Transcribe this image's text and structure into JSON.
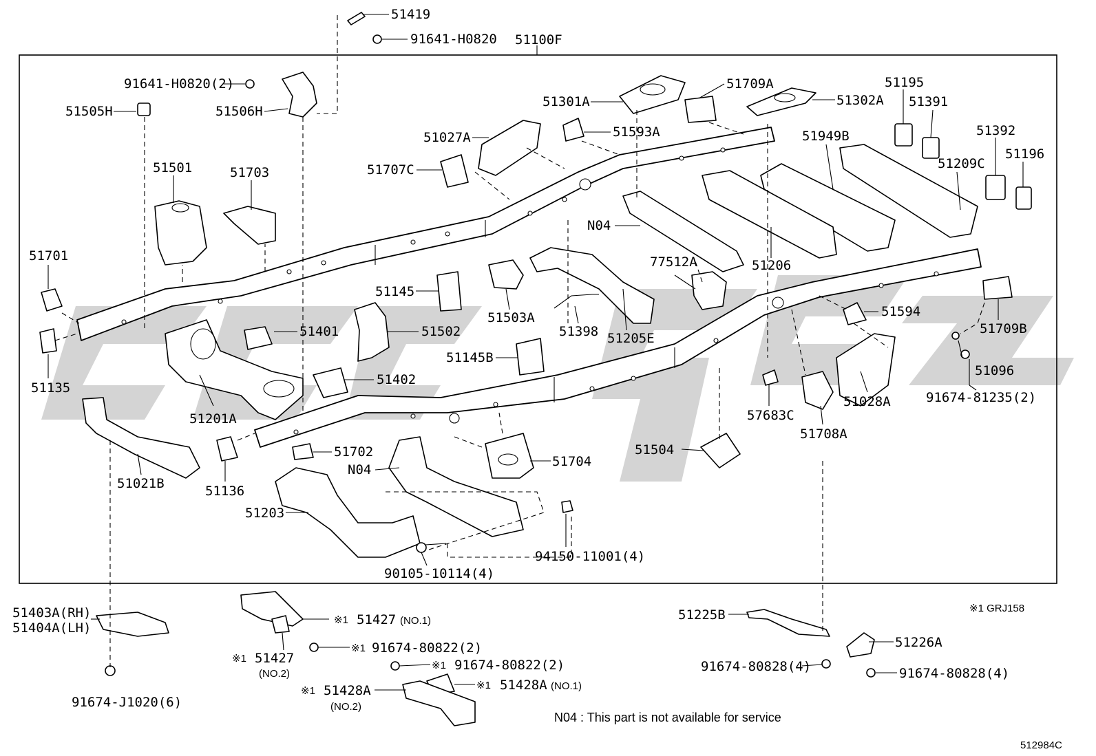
{
  "frame_label": "51100F",
  "labels": {
    "p51419": "51419",
    "p91641_top": "91641-H0820",
    "p91641_2": "91641-H0820(2)",
    "p51505H": "51505H",
    "p51506H": "51506H",
    "p51301A": "51301A",
    "p51709A": "51709A",
    "p51302A": "51302A",
    "p51195": "51195",
    "p51391": "51391",
    "p51392": "51392",
    "p51196": "51196",
    "p51027A": "51027A",
    "p51593A": "51593A",
    "p51949B": "51949B",
    "p51209C": "51209C",
    "p51707C": "51707C",
    "p51501": "51501",
    "p51703": "51703",
    "pN04a": "N04",
    "p51206": "51206",
    "p77512A": "77512A",
    "p51701": "51701",
    "p51145": "51145",
    "p51503A": "51503A",
    "p51398": "51398",
    "p51205E": "51205E",
    "p51594": "51594",
    "p51709B": "51709B",
    "p51401": "51401",
    "p51502": "51502",
    "p51145B": "51145B",
    "p51096": "51096",
    "p51135": "51135",
    "p51402": "51402",
    "p51028A": "51028A",
    "p91674_81235": "91674-81235(2)",
    "p51201A": "51201A",
    "p57683C": "57683C",
    "p51708A": "51708A",
    "p51702": "51702",
    "p51504": "51504",
    "pN04b": "N04",
    "p51704": "51704",
    "p51021B": "51021B",
    "p51136": "51136",
    "p51203": "51203",
    "p94150": "94150-11001(4)",
    "p90105": "90105-10114(4)",
    "p51403A": "51403A(RH)",
    "p51404A": "51404A(LH)",
    "p51427_no1": "51427",
    "p91674_80822_a": "91674-80822(2)",
    "p51427_no2": "51427",
    "p91674_80822_b": "91674-80822(2)",
    "p51428A_no1": "51428A",
    "p51428A_no2": "51428A",
    "p91674_J1020": "91674-J1020(6)",
    "p51225B": "51225B",
    "p51226A": "51226A",
    "p91674_80828_a": "91674-80828(4)",
    "p91674_80828_b": "91674-80828(4)"
  },
  "qualifiers": {
    "no1": "(NO.1)",
    "no2": "(NO.2)",
    "no1b": "(NO.1)",
    "no2b": "(NO.2)"
  },
  "markers": {
    "ref1": "※1"
  },
  "footnote": "※1 GRJ158",
  "note": "N04 : This part is not available for service",
  "diagram_code": "512984C"
}
